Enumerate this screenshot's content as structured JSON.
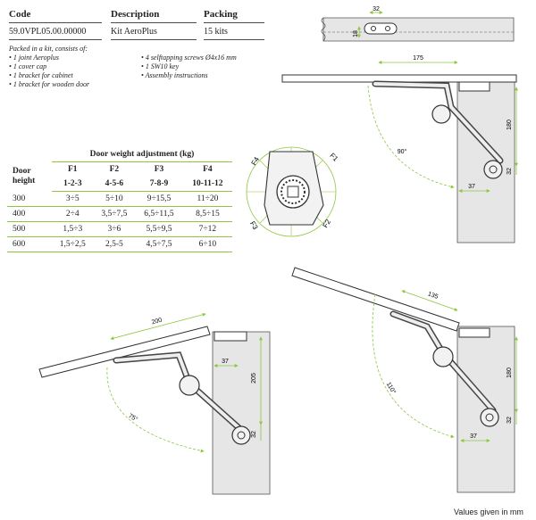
{
  "header": {
    "code_label": "Code",
    "code_value": "59.0VPL05.00.00000",
    "description_label": "Description",
    "description_value": "Kit AeroPlus",
    "packing_label": "Packing",
    "packing_value": "15 kits"
  },
  "kit": {
    "intro": "Packed in a kit, consists of:",
    "items_left": [
      "1 joint Aeroplus",
      "1 cover cap",
      "1 bracket for cabinet",
      "1 bracket for wooden door"
    ],
    "items_right": [
      "4 selftapping screws Ø4x16 mm",
      "1 SW10 key",
      "Assembly instructions"
    ]
  },
  "table": {
    "title": "Door weight adjustment (kg)",
    "row_header": "Door height",
    "columns": [
      {
        "name": "F1",
        "sub": "1-2-3"
      },
      {
        "name": "F2",
        "sub": "4-5-6"
      },
      {
        "name": "F3",
        "sub": "7-8-9"
      },
      {
        "name": "F4",
        "sub": "10-11-12"
      }
    ],
    "rows": [
      {
        "height": "300",
        "values": [
          "3÷5",
          "5÷10",
          "9÷15,5",
          "11÷20"
        ]
      },
      {
        "height": "400",
        "values": [
          "2÷4",
          "3,5÷7,5",
          "6,5÷11,5",
          "8,5÷15"
        ]
      },
      {
        "height": "500",
        "values": [
          "1,5÷3",
          "3÷6",
          "5,5÷9,5",
          "7÷12"
        ]
      },
      {
        "height": "600",
        "values": [
          "1,5÷2,5",
          "2,5-5",
          "4,5÷7,5",
          "6÷10"
        ]
      }
    ]
  },
  "dims": {
    "top_32": "32",
    "top_18": "18",
    "top_175": "175",
    "top_180": "180",
    "top_90": "90°",
    "top_32b": "32",
    "top_37": "37",
    "dial_f1": "F1",
    "dial_f2": "F2",
    "dial_f3": "F3",
    "dial_f4": "F4",
    "bl_200": "200",
    "bl_37": "37",
    "bl_205": "205",
    "bl_75": "75°",
    "bl_32": "32",
    "br_135": "135",
    "br_180": "180",
    "br_110": "110°",
    "br_32": "32",
    "br_37": "37"
  },
  "footer": "Values given in mm",
  "colors": {
    "accent": "#8dc63f",
    "panel": "#e6e6e6",
    "line": "#3a3a3a"
  }
}
